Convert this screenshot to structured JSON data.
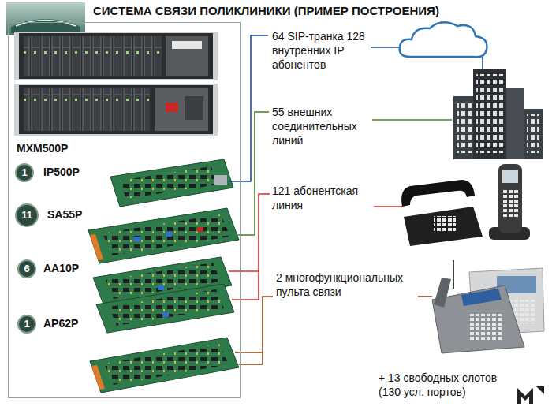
{
  "diagram": {
    "title": "СИСТЕМА СВЯЗИ ПОЛИКЛИНИКИ (ПРИМЕР ПОСТРОЕНИЯ)",
    "nodes": [
      {
        "text": [
          "MXM500P"
        ]
      },
      {
        "text": [
          "1"
        ],
        "in": 0
      },
      {
        "text": [
          "11"
        ],
        "in": 0
      },
      {
        "text": [
          "6"
        ],
        "in": 0
      },
      {
        "text": [
          "1"
        ],
        "in": 0
      }
    ],
    "labels": [
      "IP500P",
      "SA55P",
      "AA10P",
      "AP62P",
      "64 SIP-транка 128 внутренних IP абонентов",
      "55 внешних соединительных линий",
      "121 абонентская линия",
      "2 многофункциональных пульта связи",
      "+ 13 свободных слотов (130 усл. портов)"
    ]
  }
}
